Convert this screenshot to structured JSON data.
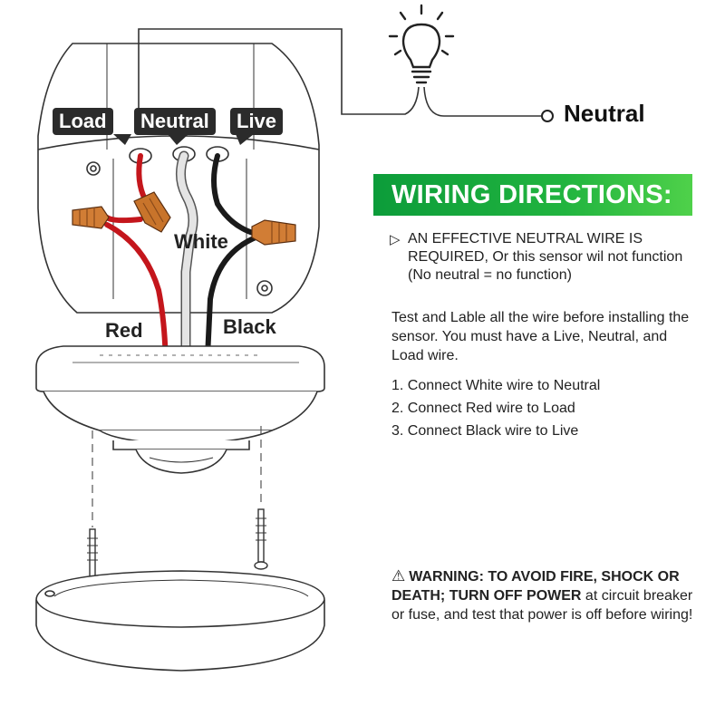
{
  "labels": {
    "load": "Load",
    "neutral_terminal": "Neutral",
    "live": "Live",
    "neutral_output": "Neutral",
    "white_wire": "White",
    "red_wire": "Red",
    "black_wire": "Black"
  },
  "directions": {
    "title": "WIRING DIRECTIONS:",
    "requirement": "AN EFFECTIVE NEUTRAL WIRE IS REQUIRED, Or this sensor wil not function (No neutral = no function)",
    "intro": "Test and Lable all the wire before installing the sensor. You must have a Live, Neutral, and Load wire.",
    "steps": [
      "1. Connect White wire to Neutral",
      "2. Connect Red wire to Load",
      "3. Connect Black  wire to Live"
    ]
  },
  "warning": {
    "bold": "WARNING: TO AVOID FIRE, SHOCK OR DEATH; TURN OFF POWER",
    "text": " at circuit breaker or fuse, and test that power is off before wiring!"
  },
  "colors": {
    "banner_green": "#21b43f",
    "red_wire": "#c4161c",
    "black_wire": "#1a1a1a",
    "white_wire": "#d8d8d8",
    "wire_nut": "#c8742b"
  }
}
